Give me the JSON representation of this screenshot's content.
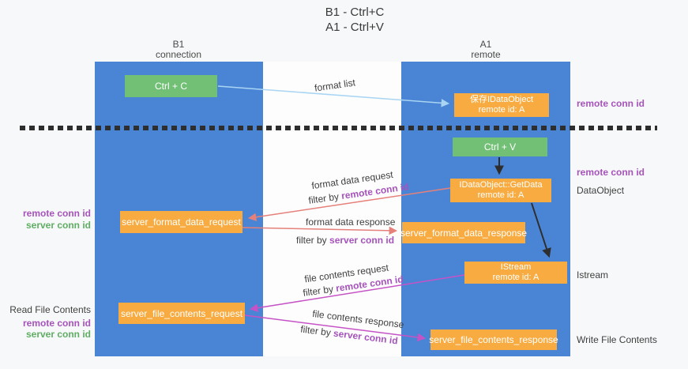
{
  "title": {
    "line1": "B1 - Ctrl+C",
    "line2": "A1 - Ctrl+V"
  },
  "lanes": {
    "left": {
      "name": "B1",
      "role": "connection"
    },
    "right": {
      "name": "A1",
      "role": "remote"
    }
  },
  "nodes": {
    "ctrl_c": {
      "label": "Ctrl + C"
    },
    "saved_dataobject": {
      "line1": "保存IDataObject",
      "line2": "remote id: A"
    },
    "ctrl_v": {
      "label": "Ctrl + V"
    },
    "getdata": {
      "line1": "IDataObject::GetData",
      "line2": "remote id: A"
    },
    "format_request": {
      "label": "server_format_data_request"
    },
    "format_response": {
      "label": "server_format_data_response"
    },
    "istream": {
      "line1": "IStream",
      "line2": "remote id: A"
    },
    "file_request": {
      "label": "server_file_contents_request"
    },
    "file_response": {
      "label": "server_file_contents_response"
    }
  },
  "flow_labels": {
    "format_list": "format list",
    "format_data_request": "format data request",
    "format_data_request_filter": {
      "prefix": "filter by ",
      "key": "remote conn id"
    },
    "format_data_response": "format data response",
    "format_data_response_filter": {
      "prefix": "filter by ",
      "key": "server conn id"
    },
    "file_contents_request": "file contents request",
    "file_contents_request_filter": {
      "prefix": "filter by ",
      "key": "remote conn id"
    },
    "file_contents_response": "file contents response",
    "file_contents_response_filter": {
      "prefix": "filter by ",
      "key": "server conn id"
    }
  },
  "left_annotations": {
    "format_remote": "remote conn id",
    "format_server": "server conn id",
    "read_file": "Read File Contents",
    "file_remote": "remote conn id",
    "file_server": "server conn id"
  },
  "right_annotations": {
    "top_remote": "remote conn id",
    "mid_remote": "remote conn id",
    "dataobject": "DataObject",
    "istream": "Istream",
    "write_file": "Write File Contents"
  },
  "colors": {
    "lane_blue": "#4a85d5",
    "box_green": "#72c076",
    "box_orange": "#f7ab41",
    "arrow_salmon": "#e5807a",
    "arrow_magenta": "#c653c6",
    "arrow_light_blue": "#a9d5f2",
    "arrow_black": "#2e2e2e",
    "text_purple": "#a653bb",
    "text_green": "#5fae63"
  }
}
